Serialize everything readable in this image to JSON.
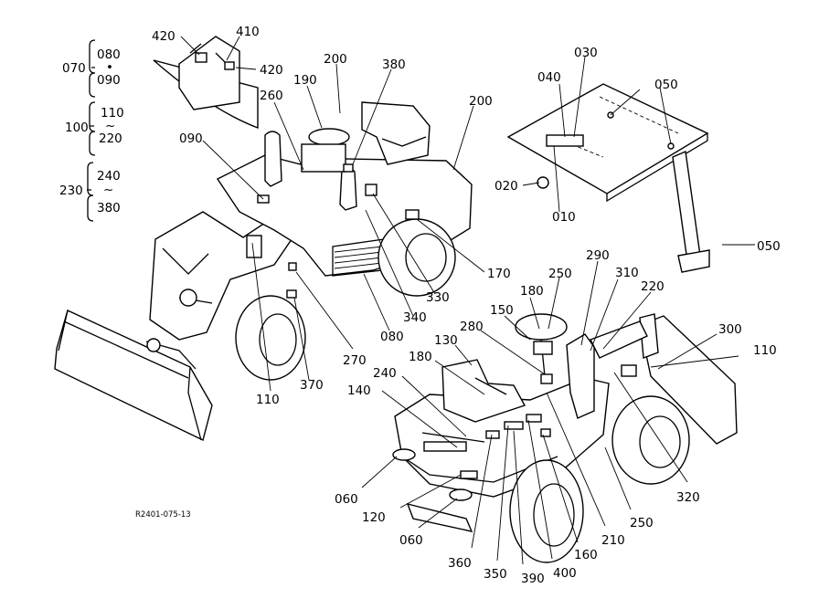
{
  "drawing_code": "R2401-075-13",
  "callouts": {
    "c420a": "420",
    "c410": "410",
    "c420b": "420",
    "c200a": "200",
    "c380a": "380",
    "c190": "190",
    "c260": "260",
    "c090": "090",
    "c200b": "200",
    "c030": "030",
    "c040": "040",
    "c050a": "050",
    "c020": "020",
    "c010": "010",
    "c050b": "050",
    "c170": "170",
    "c330": "330",
    "c340": "340",
    "c080": "080",
    "c270": "270",
    "c370": "370",
    "c110a": "110",
    "c290": "290",
    "c250a": "250",
    "c310": "310",
    "c180a": "180",
    "c220": "220",
    "c150": "150",
    "c300": "300",
    "c280": "280",
    "c110b": "110",
    "c130": "130",
    "c180b": "180",
    "c240": "240",
    "c140": "140",
    "c060a": "060",
    "c120": "120",
    "c060b": "060",
    "c360": "360",
    "c350": "350",
    "c390": "390",
    "c400": "400",
    "c160": "160",
    "c210": "210",
    "c250b": "250",
    "c320": "320"
  },
  "legend_groups": [
    {
      "parent": "070",
      "top": "080",
      "sep": "•",
      "bottom": "090"
    },
    {
      "parent": "100",
      "top": "110",
      "sep": "~",
      "bottom": "220"
    },
    {
      "parent": "230",
      "top": "240",
      "sep": "~",
      "bottom": "380"
    }
  ]
}
